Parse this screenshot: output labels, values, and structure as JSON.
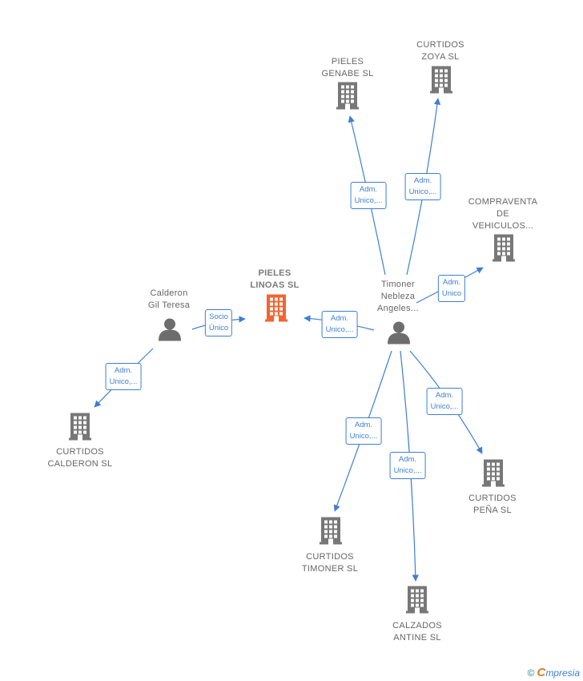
{
  "colors": {
    "edge": "#3d7fd1",
    "building": "#777777",
    "building_focus": "#f26430",
    "person": "#6d6d6d"
  },
  "nodes": [
    {
      "id": "pieles_linoas",
      "type": "company",
      "focus": true,
      "lines": [
        "PIELES",
        "LINOAS  SL"
      ]
    },
    {
      "id": "calderon",
      "type": "person",
      "lines": [
        "Calderon",
        "Gil Teresa"
      ]
    },
    {
      "id": "timoner",
      "type": "person",
      "lines": [
        "Timoner",
        "Nebleza",
        "Angeles..."
      ]
    },
    {
      "id": "curtidos_calderon",
      "type": "company",
      "lines": [
        "CURTIDOS",
        "CALDERON  SL"
      ]
    },
    {
      "id": "pieles_genabe",
      "type": "company",
      "lines": [
        "PIELES",
        "GENABE  SL"
      ]
    },
    {
      "id": "curtidos_zoya",
      "type": "company",
      "lines": [
        "CURTIDOS",
        "ZOYA  SL"
      ]
    },
    {
      "id": "compraventa",
      "type": "company",
      "lines": [
        "COMPRAVENTA",
        "DE",
        "VEHICULOS..."
      ]
    },
    {
      "id": "curtidos_pena",
      "type": "company",
      "lines": [
        "CURTIDOS",
        "PEÑA  SL"
      ]
    },
    {
      "id": "curtidos_timoner",
      "type": "company",
      "lines": [
        "CURTIDOS",
        "TIMONER  SL"
      ]
    },
    {
      "id": "calzados_antine",
      "type": "company",
      "lines": [
        "CALZADOS",
        "ANTINE  SL"
      ]
    }
  ],
  "edges": [
    {
      "from": "calderon",
      "to": "pieles_linoas",
      "label": [
        "Socio",
        "Único"
      ]
    },
    {
      "from": "calderon",
      "to": "curtidos_calderon",
      "label": [
        "Adm.",
        "Unico,..."
      ]
    },
    {
      "from": "timoner",
      "to": "pieles_linoas",
      "label": [
        "Adm.",
        "Unico,..."
      ]
    },
    {
      "from": "timoner",
      "to": "pieles_genabe",
      "label": [
        "Adm.",
        "Unico,..."
      ]
    },
    {
      "from": "timoner",
      "to": "curtidos_zoya",
      "label": [
        "Adm.",
        "Unico,..."
      ]
    },
    {
      "from": "timoner",
      "to": "compraventa",
      "label": [
        "Adm.",
        "Unico"
      ]
    },
    {
      "from": "timoner",
      "to": "curtidos_pena",
      "label": [
        "Adm.",
        "Unico,..."
      ]
    },
    {
      "from": "timoner",
      "to": "curtidos_timoner",
      "label": [
        "Adm.",
        "Unico,..."
      ]
    },
    {
      "from": "timoner",
      "to": "calzados_antine",
      "label": [
        "Adm.",
        "Unico,..."
      ]
    }
  ],
  "footer": {
    "copyright": "©",
    "brand_initial": "C",
    "brand_rest": "mpresia"
  }
}
